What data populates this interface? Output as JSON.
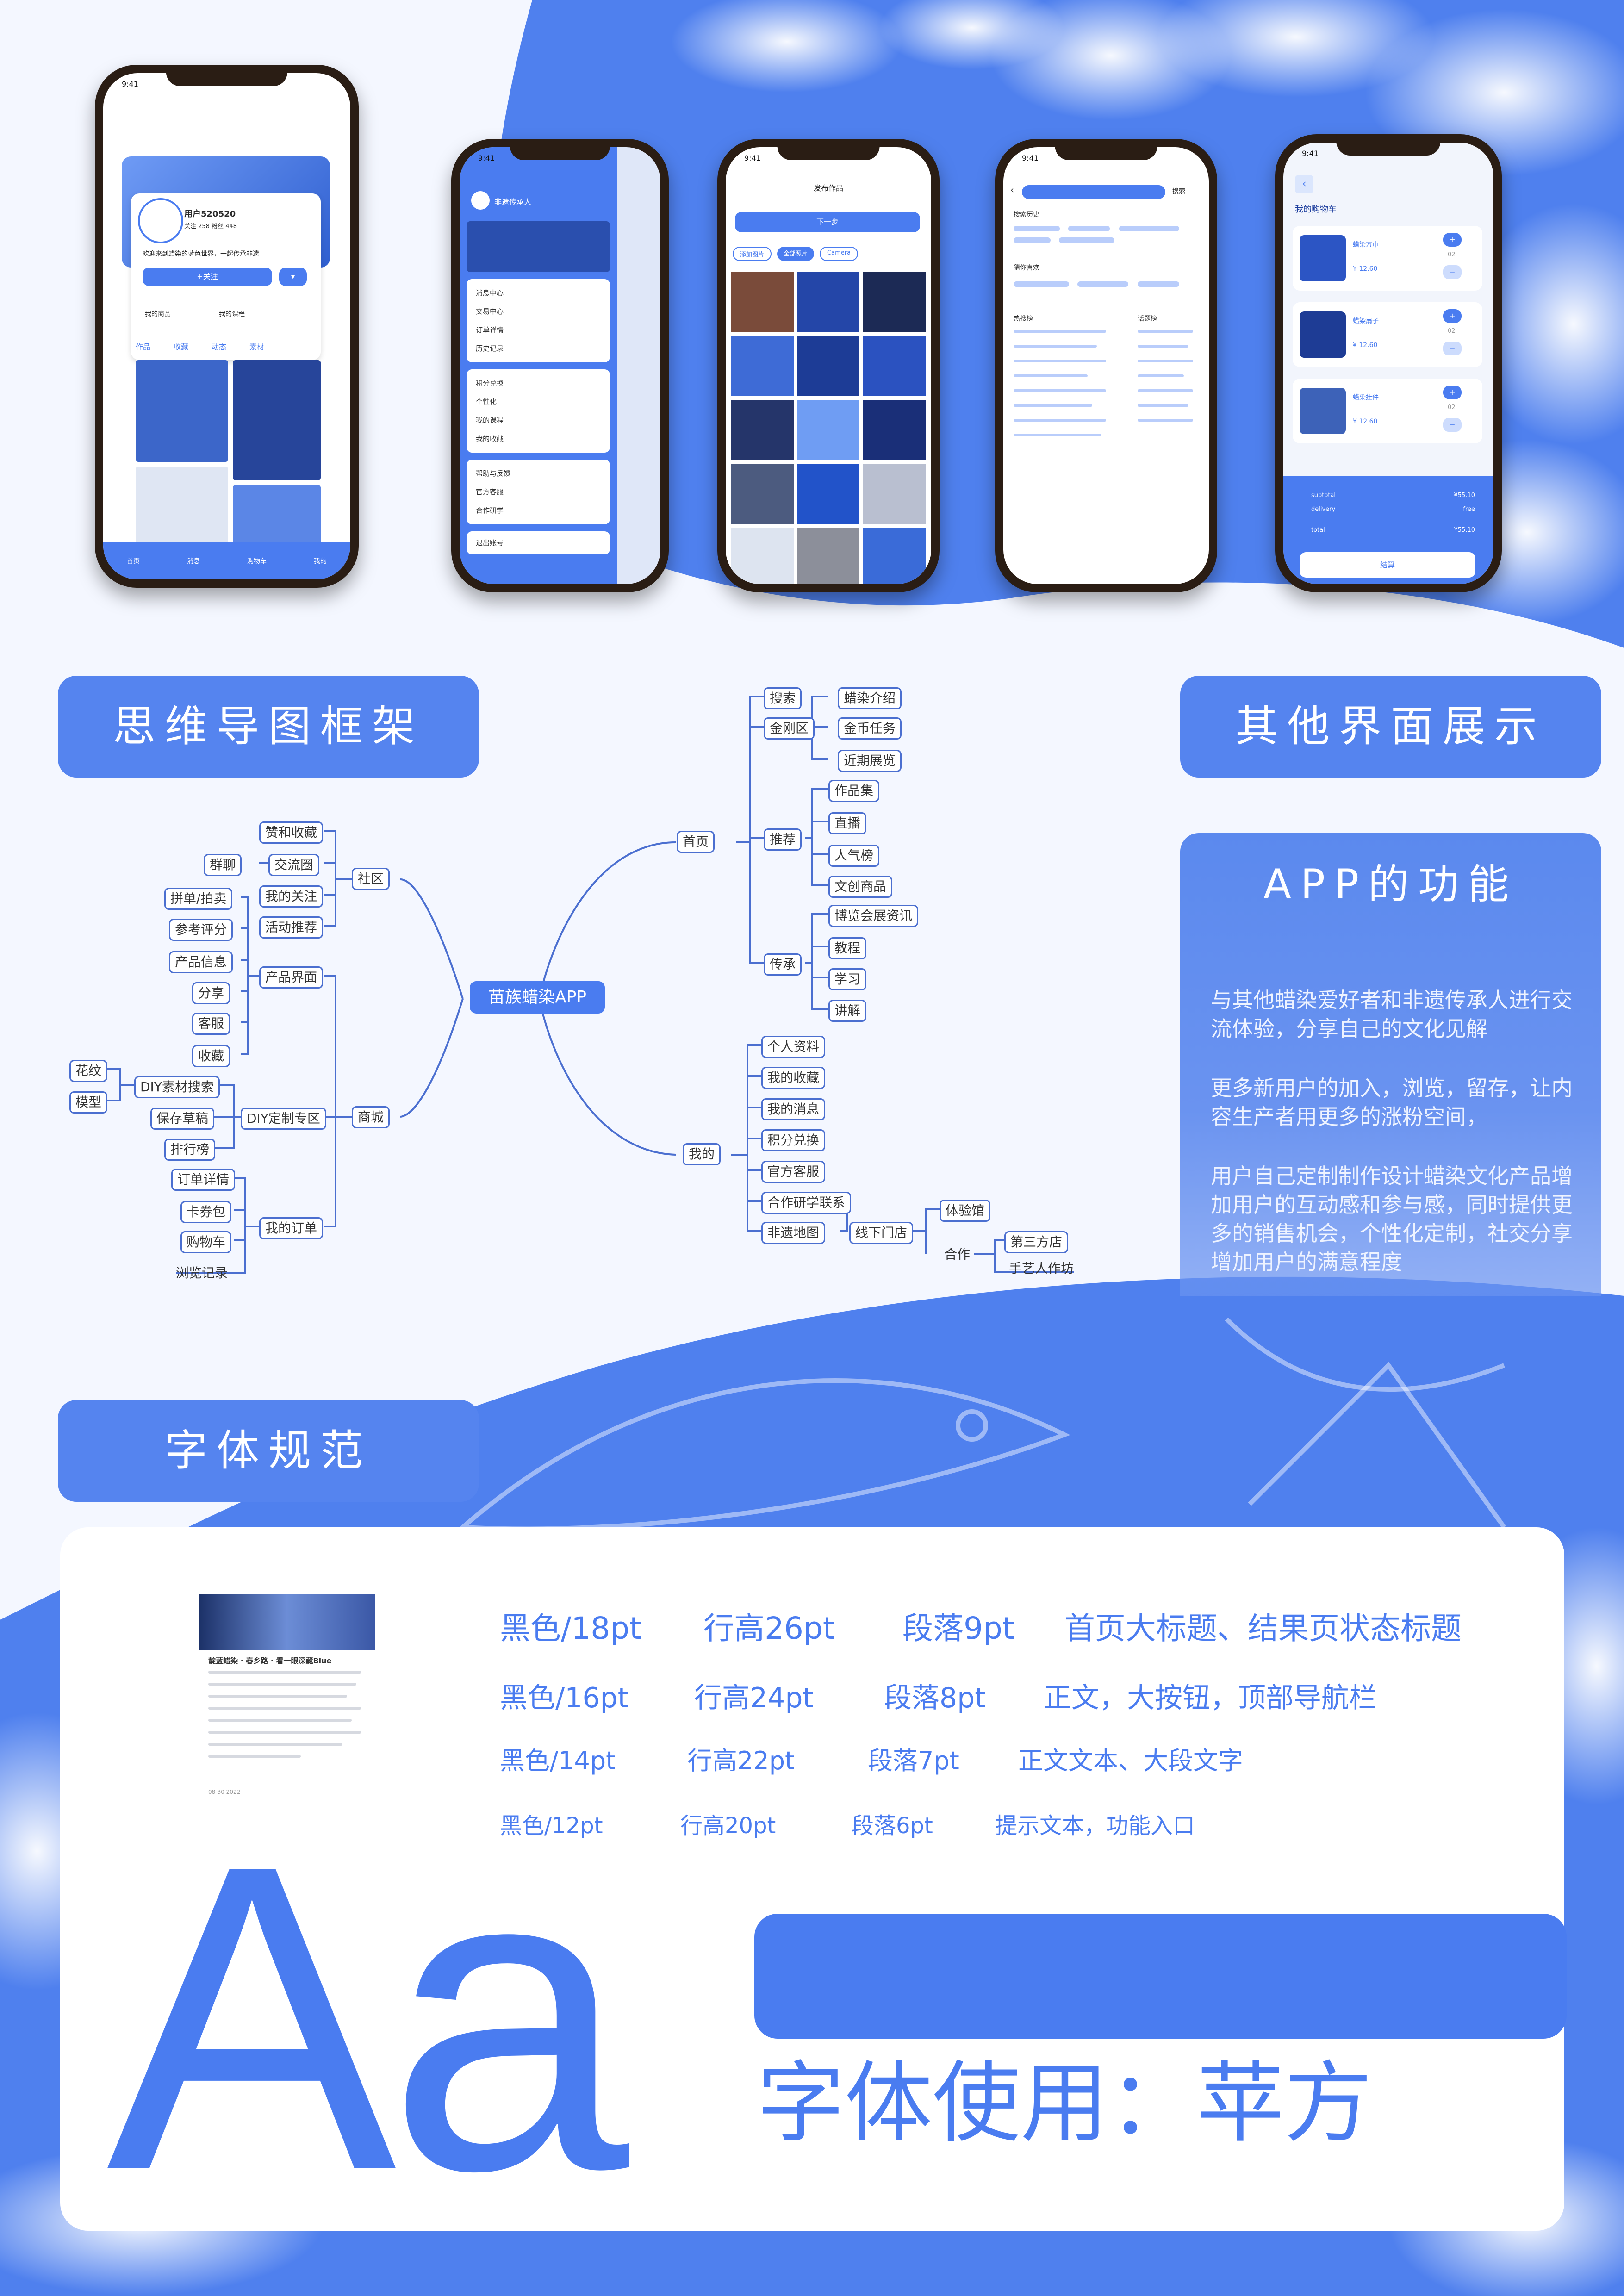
{
  "phones": {
    "profile": {
      "status_time": "9:41",
      "username": "用户520520",
      "stats_line": "关注 258  粉丝 448",
      "bio": "欢迎来到蜡染的蓝色世界，一起传承非遗",
      "follow_button": "+关注",
      "card_1": "我的商品",
      "card_2": "我的课程",
      "tabs": [
        "作品",
        "收藏",
        "动态",
        "素材"
      ],
      "bottom_nav": [
        "首页",
        "消息",
        "购物车",
        "我的"
      ]
    },
    "menu": {
      "status_time": "9:41",
      "user": "非遗传承人",
      "group1": [
        "消息中心",
        "交易中心",
        "订单详情",
        "历史记录"
      ],
      "group2": [
        "积分兑换",
        "个性化",
        "我的课程",
        "我的收藏"
      ],
      "group3": [
        "帮助与反馈",
        "官方客服",
        "合作研学"
      ],
      "logout": "退出账号"
    },
    "publish": {
      "status_time": "9:41",
      "title": "发布作品",
      "next_button": "下一步",
      "chips": [
        "添加图片",
        "全部照片",
        "Camera"
      ]
    },
    "search": {
      "status_time": "9:41",
      "search_button": "搜索",
      "history_label": "搜索历史",
      "guess_label": "猜你喜欢",
      "hot_list": "热搜榜",
      "topic_list": "话题榜"
    },
    "cart": {
      "status_time": "9:41",
      "title": "我的购物车",
      "items": [
        {
          "name": "蜡染方巾",
          "price": "¥ 12.60",
          "qty": "02"
        },
        {
          "name": "蜡染扇子",
          "price": "¥ 12.60",
          "qty": "02"
        },
        {
          "name": "蜡染挂件",
          "price": "¥ 12.60",
          "qty": "02"
        }
      ],
      "subtotal_label": "subtotal",
      "subtotal_value": "¥55.10",
      "delivery_label": "delivery",
      "delivery_value": "free",
      "total_label": "total",
      "total_value": "¥55.10",
      "checkout_button": "结算"
    }
  },
  "sections": {
    "mindmap_title": "思维导图框架",
    "other_ui_title": "其他界面展示",
    "features_title": "APP的功能",
    "font_title": "字体规范"
  },
  "mindmap": {
    "root": "苗族蜡染APP",
    "home": {
      "label": "首页",
      "search": "搜索",
      "jingang": "金刚区",
      "jingang_items": [
        "蜡染介绍",
        "金币任务",
        "近期展览"
      ],
      "recommend": "推荐",
      "recommend_items": [
        "作品集",
        "直播",
        "人气榜",
        "文创商品"
      ],
      "inherit": "传承",
      "inherit_items": [
        "博览会展资讯",
        "教程",
        "学习",
        "讲解"
      ]
    },
    "mine": {
      "label": "我的",
      "items": [
        "个人资料",
        "我的收藏",
        "我的消息",
        "积分兑换",
        "官方客服",
        "合作研学联系",
        "非遗地图"
      ],
      "offline": "线下门店",
      "experience": "体验馆",
      "cooperate": "合作",
      "third_party": "第三方店",
      "artisan": "手艺人作坊"
    },
    "community": {
      "label": "社区",
      "items": [
        "赞和收藏",
        "交流圈",
        "我的关注",
        "活动推荐"
      ],
      "groups": "群聊"
    },
    "mall": {
      "label": "商城",
      "product": "产品界面",
      "product_items": [
        "拼单/拍卖",
        "参考评分",
        "产品信息",
        "分享",
        "客服",
        "收藏"
      ],
      "diy": "DIY定制专区",
      "diy_items": [
        "DIY素材搜索",
        "保存草稿",
        "排行榜"
      ],
      "diy_material_items": [
        "花纹",
        "模型"
      ],
      "orders": "我的订单",
      "order_items": [
        "订单详情",
        "卡券包",
        "购物车",
        "浏览记录"
      ]
    }
  },
  "features": [
    "与其他蜡染爱好者和非遗传承人进行交流体验，分享自己的文化见解",
    "更多新用户的加入，浏览，留存，让内容生产者用更多的涨粉空间，",
    "用户自己定制制作设计蜡染文化产品增加用户的互动感和参与感，同时提供更多的销售机会，个性化定制，社交分享增加用户的满意程度"
  ],
  "typography": {
    "sample_article_title": "靛蓝蜡染 · 春乡路 · 看一眼深藏Blue",
    "sample_article_date": "08-30 2022",
    "rows": [
      {
        "color": "黑色/18pt",
        "line": "行高26pt",
        "para": "段落9pt",
        "use": "首页大标题、结果页状态标题"
      },
      {
        "color": "黑色/16pt",
        "line": "行高24pt",
        "para": "段落8pt",
        "use": "正文，大按钮，顶部导航栏"
      },
      {
        "color": "黑色/14pt",
        "line": "行高22pt",
        "para": "段落7pt",
        "use": "正文文本、大段文字"
      },
      {
        "color": "黑色/12pt",
        "line": "行高20pt",
        "para": "段落6pt",
        "use": "提示文本，功能入口"
      }
    ],
    "big_sample": "Aa",
    "font_used": "字体使用：苹方"
  },
  "colors": {
    "primary": "#4a7cf0",
    "tab": "#5584ef",
    "light": "#b9cdfb",
    "dark_blue": "#1f3f9e"
  }
}
